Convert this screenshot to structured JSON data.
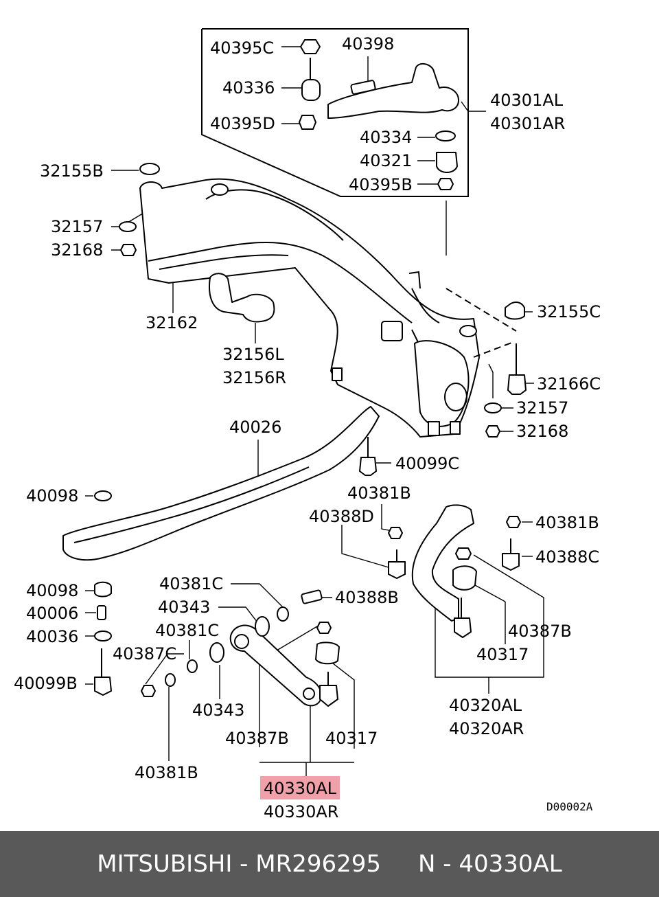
{
  "diagram": {
    "labels": {
      "p40395C": "40395C",
      "p40398": "40398",
      "p40336": "40336",
      "p40301AL": "40301AL",
      "p40301AR": "40301AR",
      "p40395D": "40395D",
      "p40334": "40334",
      "p40321": "40321",
      "p40395B": "40395B",
      "p32155B": "32155B",
      "p32157a": "32157",
      "p32168a": "32168",
      "p32162": "32162",
      "p32156L": "32156L",
      "p32156R": "32156R",
      "p32155C": "32155C",
      "p32166C": "32166C",
      "p32157b": "32157",
      "p32168b": "32168",
      "p40026": "40026",
      "p40099C": "40099C",
      "p40098a": "40098",
      "p40381Ba": "40381B",
      "p40388D": "40388D",
      "p40381Bb": "40381B",
      "p40388C": "40388C",
      "p40098b": "40098",
      "p40381Ca": "40381C",
      "p40006": "40006",
      "p40343a": "40343",
      "p40388B": "40388B",
      "p40036": "40036",
      "p40381Cb": "40381C",
      "p40387Ca": "40387C",
      "p40387Ba": "40387B",
      "p40099B": "40099B",
      "p40317a": "40317",
      "p40343b": "40343",
      "p40320AL": "40320AL",
      "p40320AR": "40320AR",
      "p40387Bb": "40387B",
      "p40317b": "40317",
      "p40381Bc": "40381B",
      "p40330AL": "40330AL",
      "p40330AR": "40330AR"
    },
    "drawing_code": "D00002A",
    "highlight_color": "#f0a0a8"
  },
  "footer": {
    "text": "MITSUBISHI - MR296295     N - 40330AL",
    "background": "#595959"
  }
}
